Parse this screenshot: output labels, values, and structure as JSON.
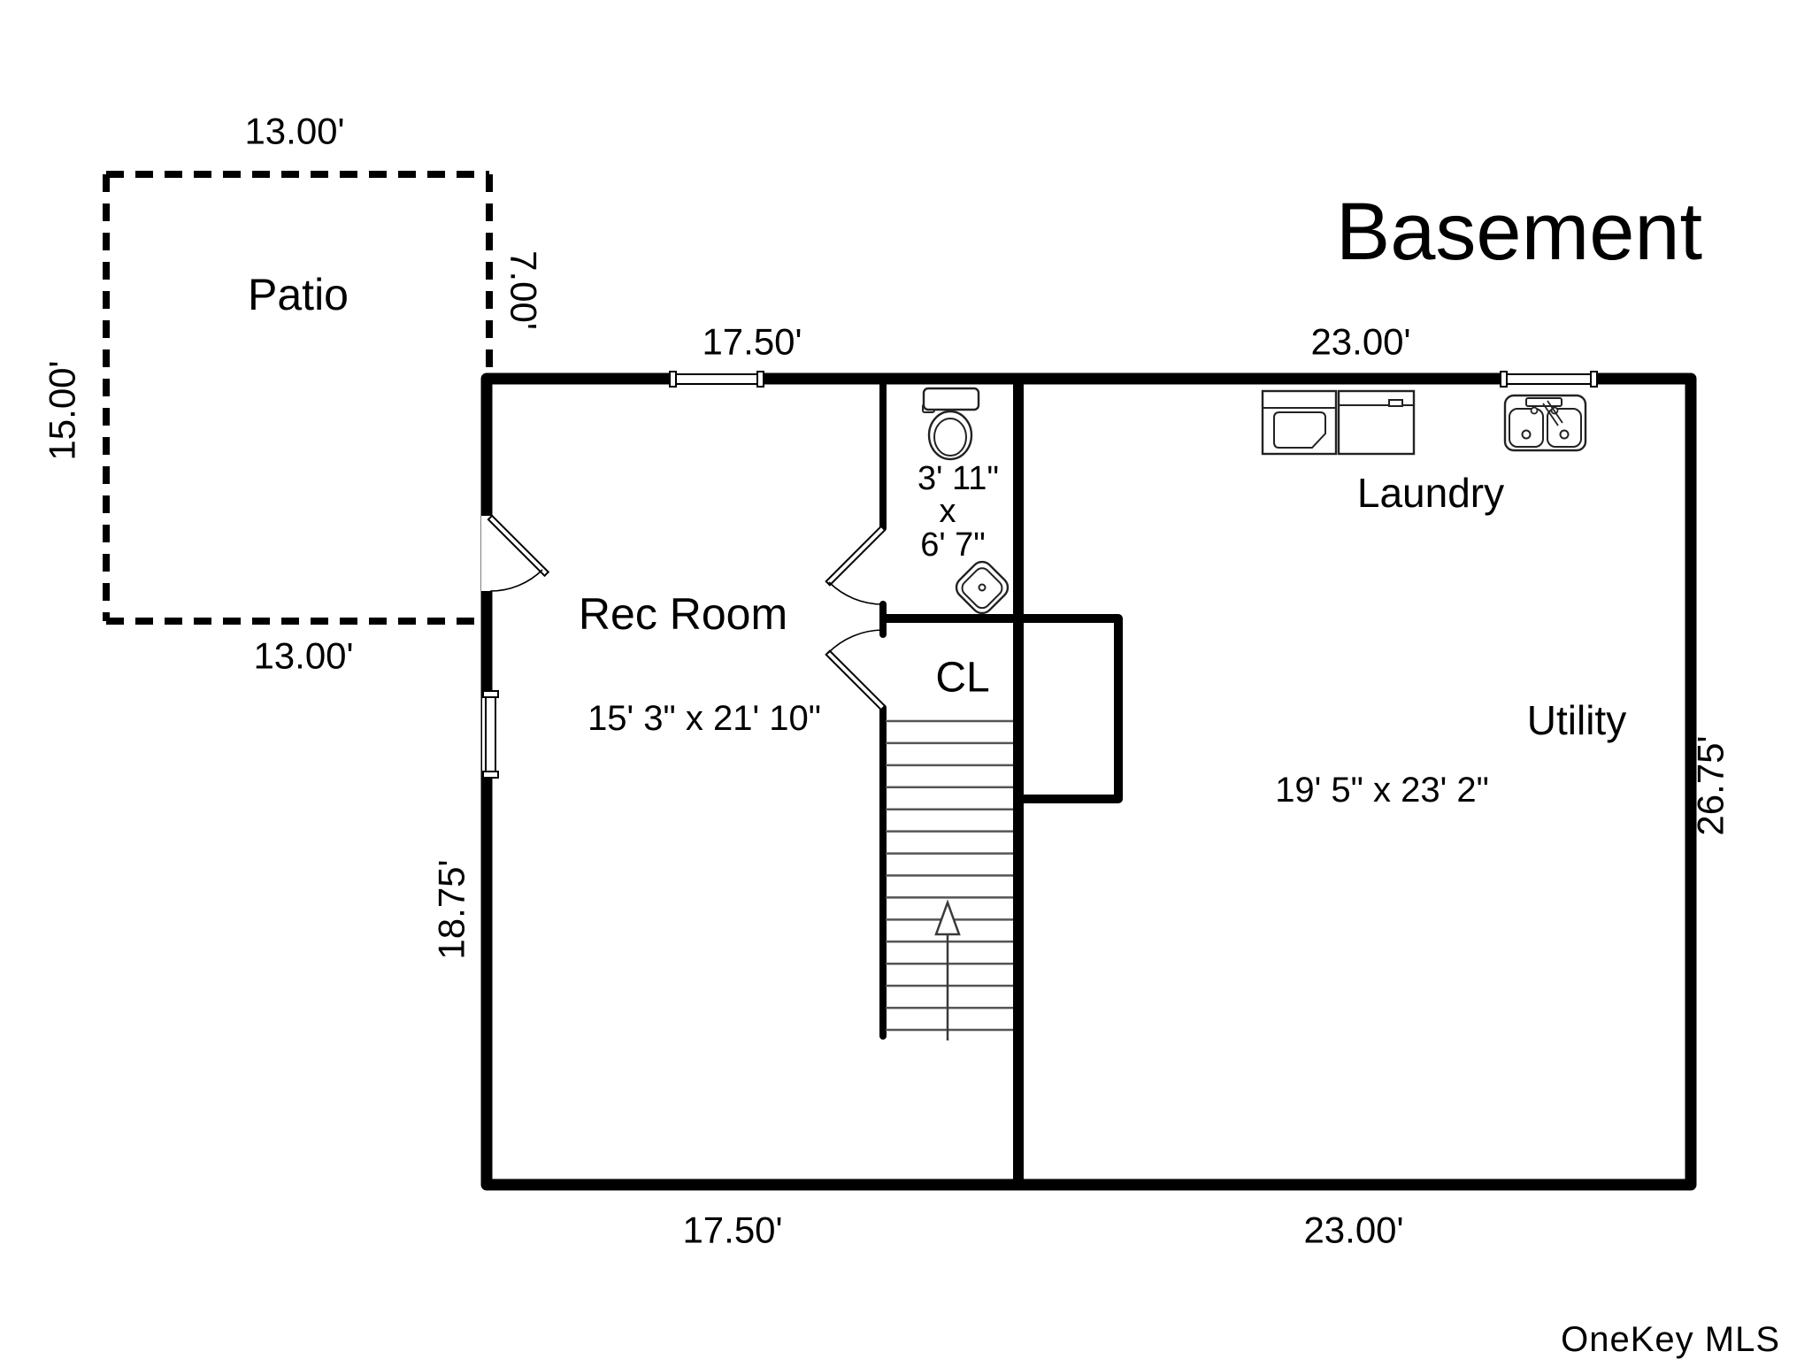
{
  "plan": {
    "title": "Basement",
    "watermark": "OneKey MLS"
  },
  "rooms": {
    "patio": {
      "label": "Patio"
    },
    "rec_room": {
      "label": "Rec Room",
      "dims": "15' 3\" x 21' 10\""
    },
    "bathroom": {
      "dims_width": "3' 11\"",
      "dims_sep": "x",
      "dims_length": "6' 7\""
    },
    "closet": {
      "label": "CL"
    },
    "laundry": {
      "label": "Laundry"
    },
    "utility": {
      "label": "Utility",
      "dims": "19' 5\" x 23' 2\""
    }
  },
  "dimensions": {
    "patio_top": "13.00'",
    "patio_left": "15.00'",
    "patio_right": "7.00'",
    "patio_bottom": "13.00'",
    "rec_room_top": "17.50'",
    "rec_room_left": "18.75'",
    "rec_room_bottom": "17.50'",
    "utility_top": "23.00'",
    "utility_right": "26.75'",
    "utility_bottom": "23.00'"
  },
  "stairs": {
    "tread_count": 15,
    "arrow_direction": "up"
  },
  "fixtures": {
    "bathroom": [
      "toilet-icon",
      "sink-icon"
    ],
    "laundry": [
      "washer-icon",
      "dryer-icon",
      "double-basin-sink-icon"
    ]
  },
  "colors": {
    "walls": "#000000",
    "stair_treads": "#555555",
    "watermark": "#a8a8a8"
  }
}
